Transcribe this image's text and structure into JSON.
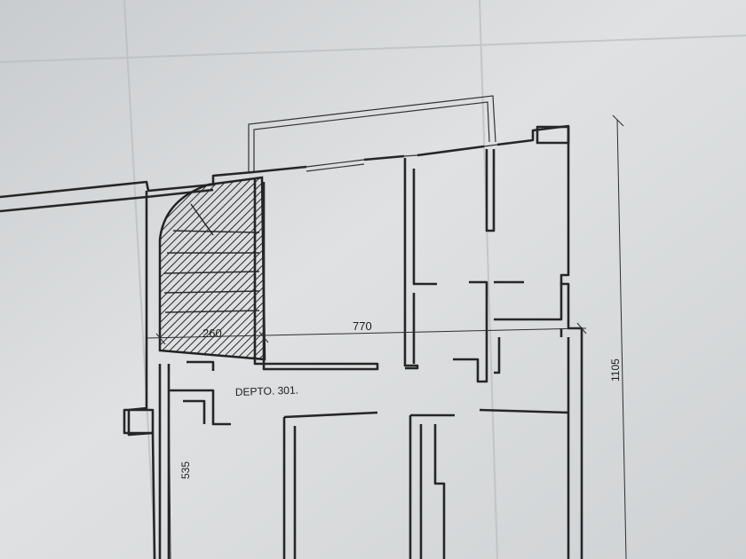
{
  "plan": {
    "unit_label": "DEPTO. 301.",
    "dimensions": {
      "stair_width": "260",
      "unit_width": "770",
      "overall_depth": "1105",
      "lower_depth": "535"
    }
  },
  "colors": {
    "paper": "#d3d6d8",
    "ink": "#262626"
  }
}
